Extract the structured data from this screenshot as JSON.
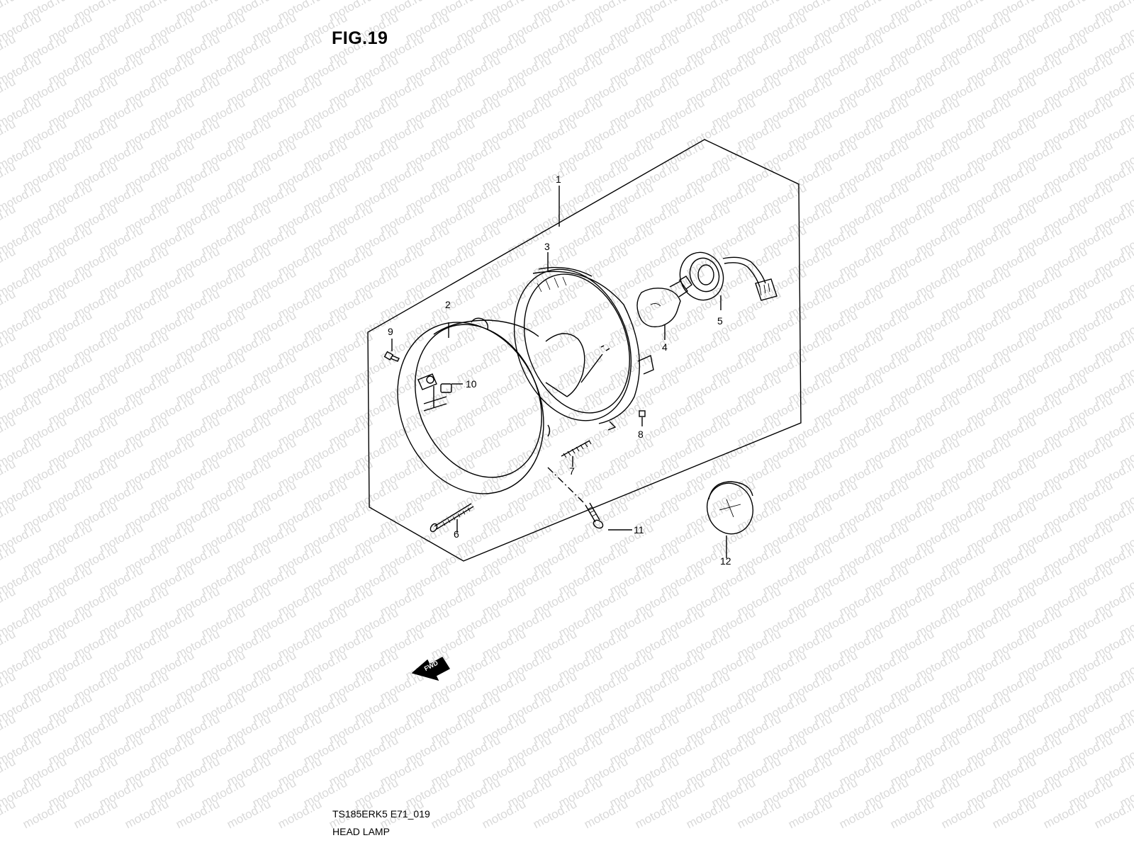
{
  "figure": {
    "title": "FIG.19",
    "model_code": "TS185ERK5 E71_019",
    "section_name": "HEAD LAMP",
    "watermark": "motod.ru",
    "fwd_label": "FWD"
  },
  "callouts": [
    {
      "id": "1",
      "label": "1"
    },
    {
      "id": "2",
      "label": "2"
    },
    {
      "id": "3",
      "label": "3"
    },
    {
      "id": "4",
      "label": "4"
    },
    {
      "id": "5",
      "label": "5"
    },
    {
      "id": "6",
      "label": "6"
    },
    {
      "id": "7",
      "label": "7"
    },
    {
      "id": "8",
      "label": "8"
    },
    {
      "id": "9",
      "label": "9"
    },
    {
      "id": "10",
      "label": "10"
    },
    {
      "id": "11",
      "label": "11"
    },
    {
      "id": "12",
      "label": "12"
    }
  ],
  "colors": {
    "line": "#000000",
    "watermark": "#d9d9d9",
    "background": "#ffffff"
  }
}
